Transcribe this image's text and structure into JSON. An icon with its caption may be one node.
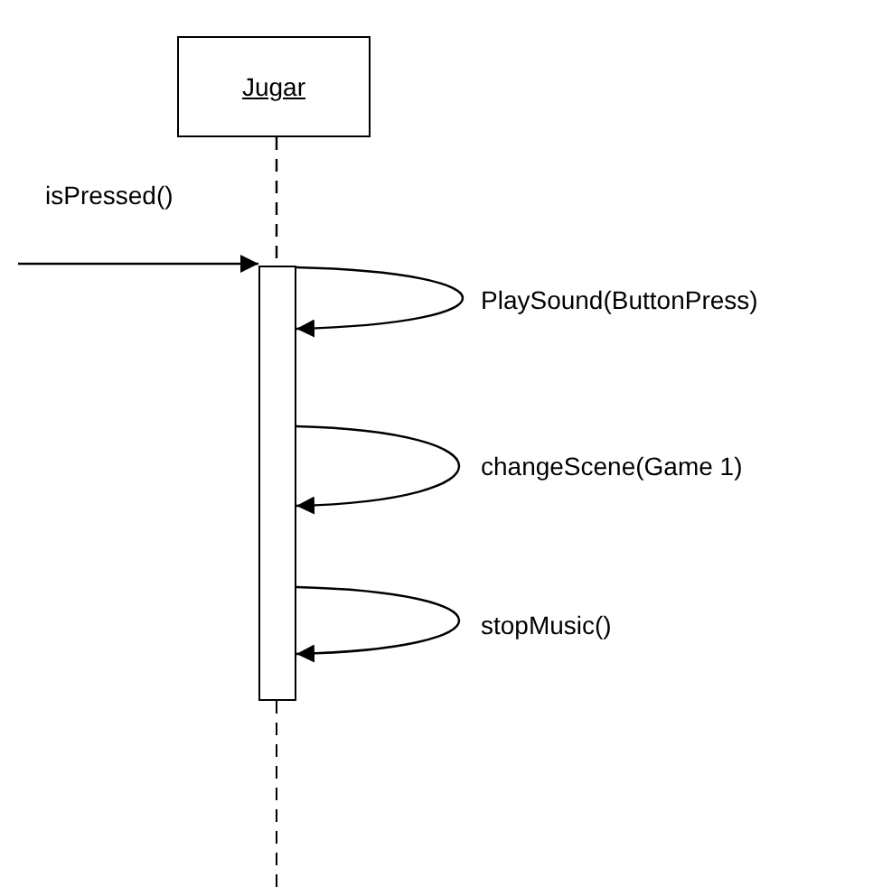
{
  "diagram": {
    "nodes": [
      {
        "text": [
          "Jugar"
        ]
      },
      {
        "text": [],
        "shape": "bar"
      }
    ],
    "edges": [
      {
        "from": 0,
        "to": 1,
        "arrow": "none",
        "style": "dashed"
      },
      {
        "from": null,
        "to": 1,
        "arrow": "to",
        "label": "isPressed()"
      },
      {
        "from": 1,
        "to": 1,
        "arrow": "to",
        "label": "PlaySound(ButtonPress)"
      },
      {
        "from": 1,
        "to": 1,
        "arrow": "to",
        "label": "changeScene(Game 1)"
      },
      {
        "from": 1,
        "to": 1,
        "arrow": "to",
        "label": "stopMusic()"
      }
    ]
  }
}
